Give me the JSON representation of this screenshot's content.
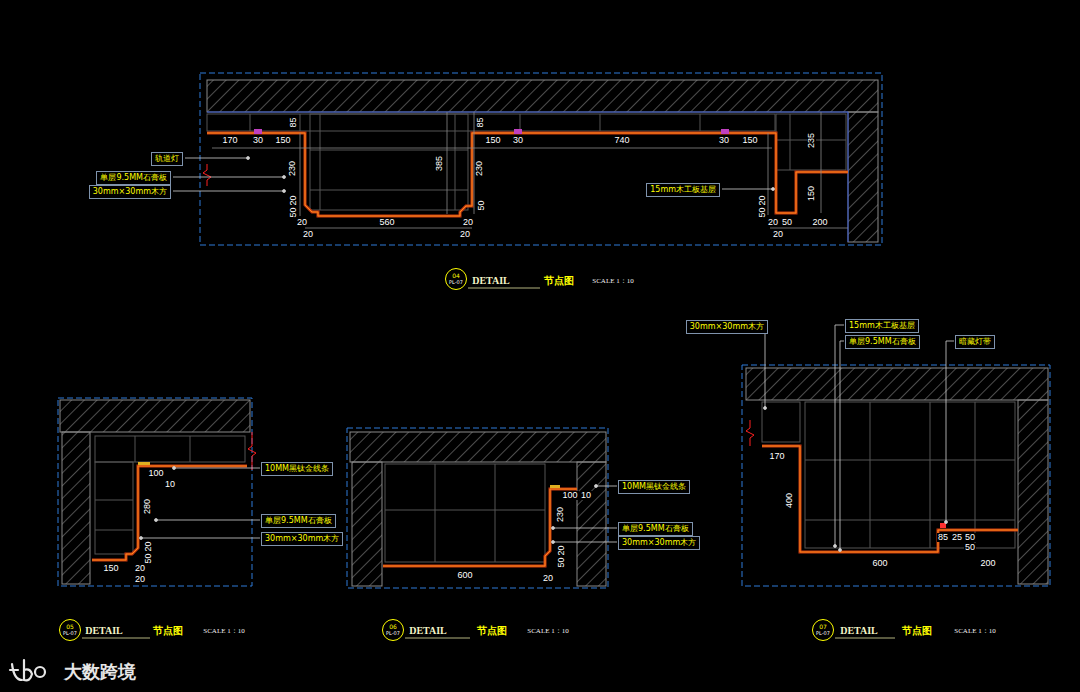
{
  "diagram": {
    "nodes": [
      {
        "text": [
          "轨道灯"
        ]
      },
      {
        "text": [
          "单层9.5MM石膏板"
        ]
      },
      {
        "text": [
          "30mm×30mm木方"
        ]
      },
      {
        "text": [
          "15mm木工板基层"
        ]
      },
      {
        "text": [
          "04",
          "PL-07"
        ]
      },
      {
        "text": [
          "10MM黑钛金线条"
        ]
      },
      {
        "text": [
          "单层9.5MM石膏板"
        ]
      },
      {
        "text": [
          "30mm×30mm木方"
        ]
      },
      {
        "text": [
          "05",
          "PL-07"
        ]
      },
      {
        "text": [
          "10MM黑钛金线条"
        ]
      },
      {
        "text": [
          "单层9.5MM石膏板"
        ]
      },
      {
        "text": [
          "30mm×30mm木方"
        ]
      },
      {
        "text": [
          "06",
          "PL-07"
        ]
      },
      {
        "text": [
          "30mm×30mm木方"
        ]
      },
      {
        "text": [
          "15mm木工板基层"
        ]
      },
      {
        "text": [
          "单层9.5MM石膏板"
        ]
      },
      {
        "text": [
          "暗藏灯带"
        ]
      },
      {
        "text": [
          "07",
          "PL-07"
        ]
      }
    ],
    "labels": [
      "170",
      "30",
      "150",
      "85",
      "85",
      "150",
      "30",
      "740",
      "30",
      "150",
      "235",
      "230",
      "385",
      "230",
      "150",
      "20",
      "50",
      "50",
      "20",
      "560",
      "20",
      "20",
      "20",
      "20",
      "50",
      "20",
      "50",
      "200",
      "20",
      "DETAIL",
      "节点图",
      "SCALE 1：10",
      "100",
      "10",
      "280",
      "20",
      "50",
      "150",
      "20",
      "20",
      "DETAIL",
      "节点图",
      "SCALE 1：10",
      "600",
      "100",
      "10",
      "230",
      "20",
      "50",
      "20",
      "DETAIL",
      "节点图",
      "SCALE 1：10",
      "170",
      "400",
      "600",
      "85",
      "25",
      "50",
      "50",
      "200",
      "DETAIL",
      "节点图",
      "SCALE 1：10",
      "大数跨境"
    ]
  }
}
